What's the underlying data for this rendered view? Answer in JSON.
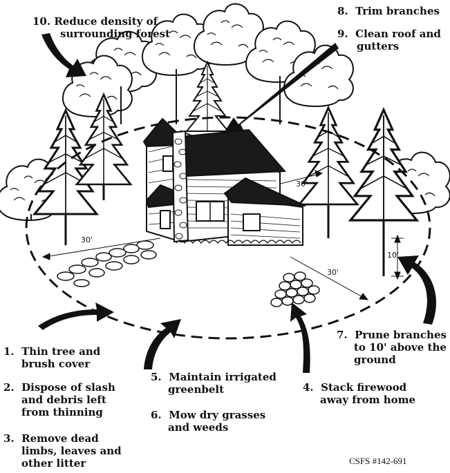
{
  "colors": {
    "ink": "#111111",
    "paper": "#ffffff",
    "roof": "#1a1a1a"
  },
  "labels": [
    {
      "num": "10.",
      "lines": [
        "Reduce density of",
        "surrounding forest"
      ]
    },
    {
      "num": "8.",
      "lines": [
        "Trim branches"
      ]
    },
    {
      "num": "9.",
      "lines": [
        "Clean roof and",
        "gutters"
      ]
    },
    {
      "num": "7.",
      "lines": [
        "Prune branches",
        "to 10' above the",
        "ground"
      ]
    },
    {
      "num": "1.",
      "lines": [
        "Thin tree and",
        "brush cover"
      ]
    },
    {
      "num": "2.",
      "lines": [
        "Dispose of slash",
        "and debris left",
        "from thinning"
      ]
    },
    {
      "num": "3.",
      "lines": [
        "Remove dead",
        "limbs, leaves and",
        "other litter"
      ]
    },
    {
      "num": "5.",
      "lines": [
        "Maintain irrigated",
        "greenbelt"
      ]
    },
    {
      "num": "6.",
      "lines": [
        "Mow dry grasses",
        "and weeds"
      ]
    },
    {
      "num": "4.",
      "lines": [
        "Stack firewood",
        "away from home"
      ]
    }
  ],
  "dimensions": {
    "left": "30'",
    "right_upper": "30'",
    "right_lower": "30'",
    "height": "10'"
  },
  "credit": "CSFS #142-691"
}
